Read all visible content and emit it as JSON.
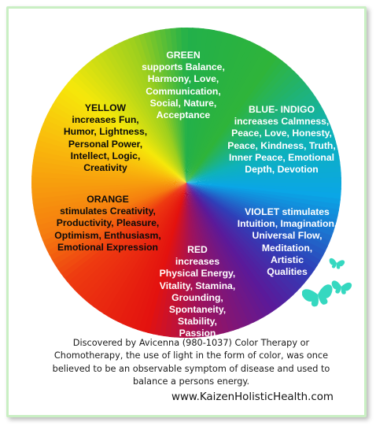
{
  "segments": {
    "green": "GREEN\nsupports Balance,\nHarmony, Love,\nCommunication,\nSocial, Nature,\nAcceptance",
    "blue_indigo": "BLUE- INDIGO\nincreases Calmness,\nPeace, Love, Honesty,\nPeace, Kindness, Truth,\nInner Peace, Emotional\nDepth, Devotion",
    "violet": "VIOLET stimulates\nIntuition, Imagination,\nUniversal Flow,\nMeditation,\nArtistic\nQualities",
    "red": "RED\nincreases\nPhysical Energy,\nVitality, Stamina,\nGrounding,\nSpontaneity,\nStability,\nPassion",
    "orange": "ORANGE\nstimulates Creativity,\nProductivity, Pleasure,\nOptimism, Enthusiasm,\nEmotional Expression",
    "yellow": "YELLOW\nincreases Fun,\nHumor, Lightness,\nPersonal Power,\nIntellect, Logic,\nCreativity"
  },
  "caption": "Discovered by Avicenna (980-1037) Color Therapy or Chomotherapy, the use of light in the form of color, was once believed to be an observable symptom of disease and used to balance a persons energy.",
  "website": "www.KaizenHolisticHealth.com",
  "colors": {
    "green": "#2fb43a",
    "blue": "#0aa6e6",
    "violet": "#5a1a9a",
    "red": "#e3120f",
    "orange": "#f57c0f",
    "yellow": "#f6e80a",
    "butterfly": "#35d8c0",
    "frame_border": "#c9efc3"
  }
}
